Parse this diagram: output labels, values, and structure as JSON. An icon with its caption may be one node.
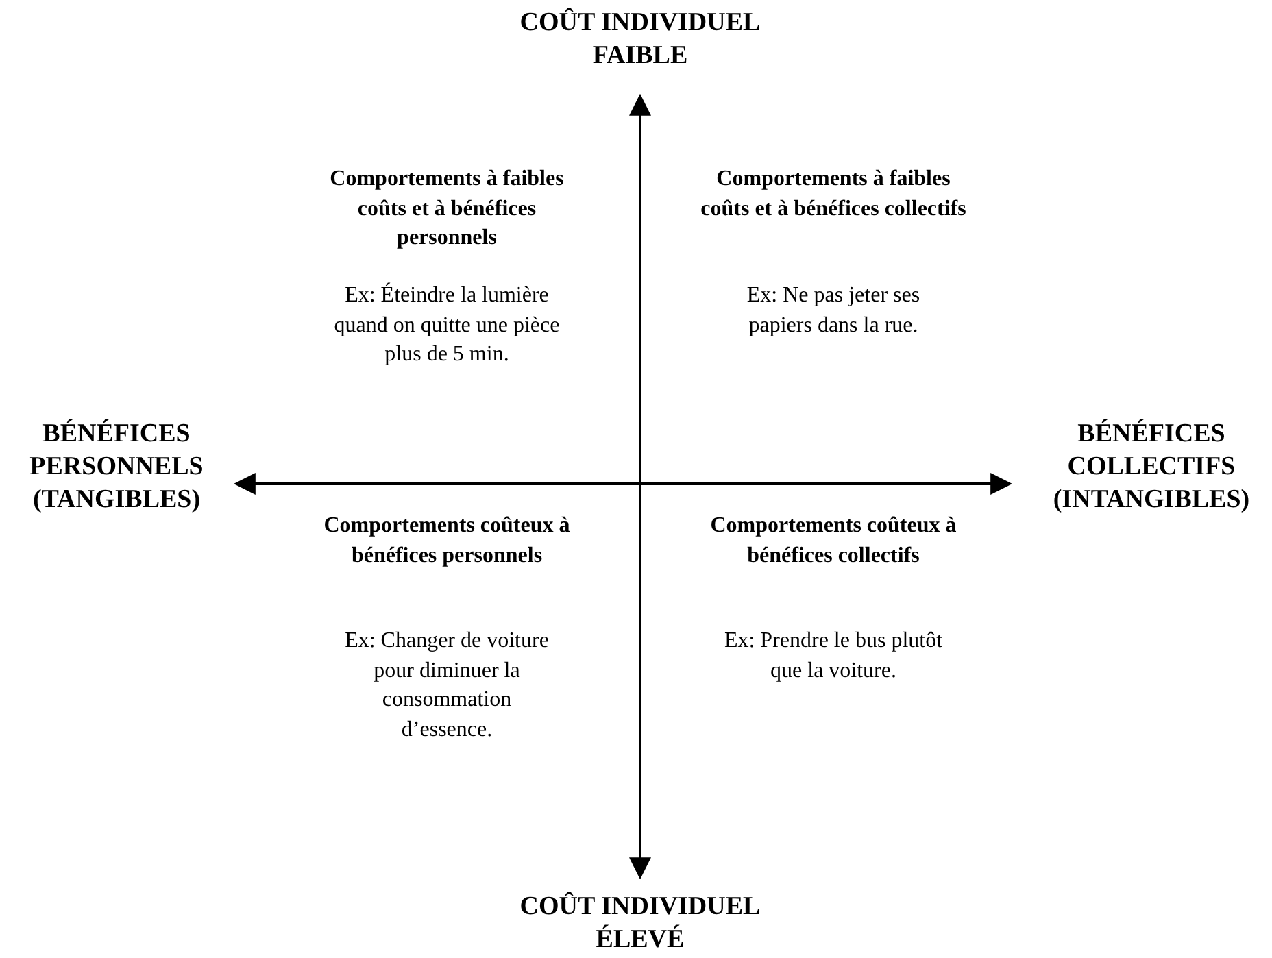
{
  "diagram": {
    "labels": [
      "COÛT INDIVIDUEL FAIBLE",
      "Comportements à faibles coûts et à bénéfices personnels",
      "Ex: Éteindre la lumière quand on quitte une pièce plus de 5 min.",
      "Comportements à faibles coûts et à bénéfices collectifs",
      "Ex: Ne pas jeter ses papiers dans la rue.",
      "BÉNÉFICES PERSONNELS (TANGIBLES)",
      "BÉNÉFICES COLLECTIFS (INTANGIBLES)",
      "Comportements coûteux à bénéfices personnels",
      "Ex: Changer de voiture pour diminuer la consommation d’essence.",
      "Comportements coûteux à bénéfices collectifs",
      "Ex: Prendre le bus plutôt que la voiture.",
      "COÛT INDIVIDUEL ÉLEVÉ"
    ]
  }
}
